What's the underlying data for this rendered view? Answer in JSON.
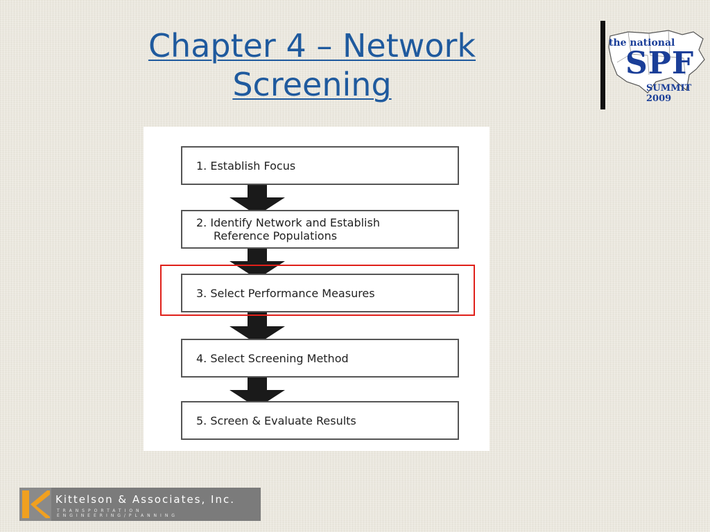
{
  "slide": {
    "title_line1": "Chapter 4 – Network",
    "title_line2": "Screening"
  },
  "logo": {
    "the_national": "the national",
    "spf": "SPF",
    "summit": "SUMMIT 2009"
  },
  "flowchart": {
    "steps": [
      {
        "line1": "1. Establish Focus",
        "line2": ""
      },
      {
        "line1": "2. Identify Network and Establish",
        "line2": "Reference Populations"
      },
      {
        "line1": "3. Select Performance Measures",
        "line2": ""
      },
      {
        "line1": "4. Select Screening Method",
        "line2": ""
      },
      {
        "line1": "5. Screen & Evaluate Results",
        "line2": ""
      }
    ],
    "highlighted_step": 3,
    "highlight_color": "#e0201a"
  },
  "footer_logo": {
    "name": "Kittelson & Associates, Inc.",
    "tagline": "TRANSPORTATION ENGINEERING/PLANNING",
    "accent": "#f0a020"
  }
}
